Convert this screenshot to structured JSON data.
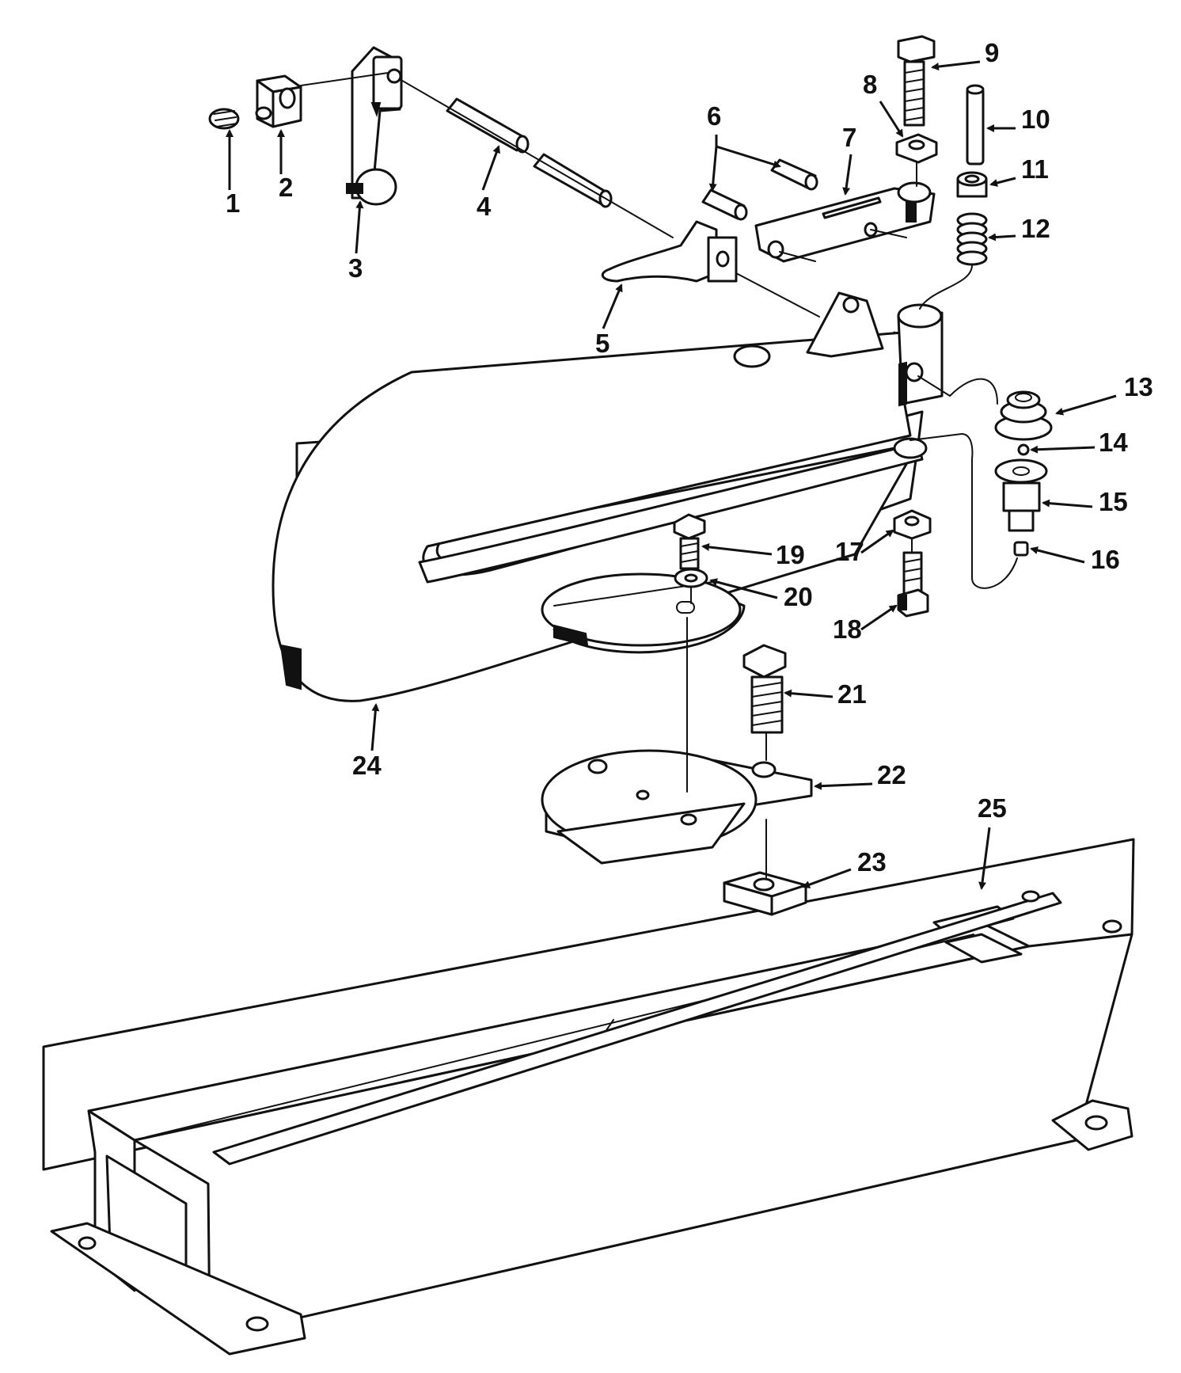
{
  "diagram": {
    "type": "exploded-parts-diagram",
    "colors": {
      "ink": "#111111",
      "paper": "#ffffff"
    },
    "callouts": [
      "1",
      "2",
      "3",
      "4",
      "5",
      "6",
      "7",
      "8",
      "9",
      "10",
      "11",
      "12",
      "13",
      "14",
      "15",
      "16",
      "17",
      "18",
      "19",
      "20",
      "21",
      "22",
      "23",
      "24",
      "25"
    ]
  }
}
